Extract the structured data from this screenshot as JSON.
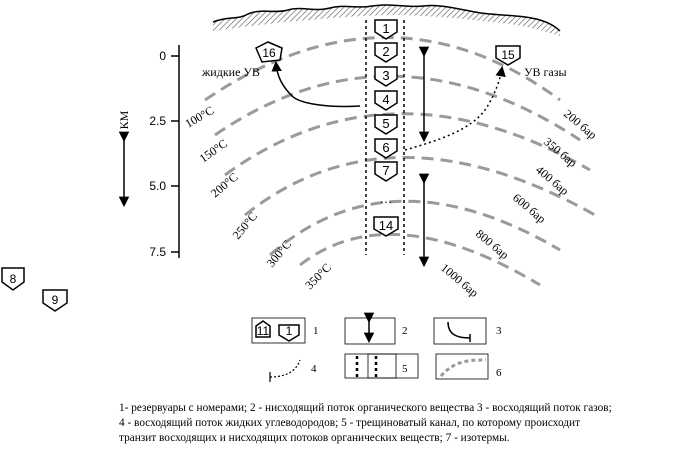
{
  "axis": {
    "unit": "КМ",
    "ticks": [
      "0",
      "2.5",
      "5.0",
      "7.5"
    ]
  },
  "labels": {
    "liquid": "жидкие УВ",
    "gas": "УВ газы"
  },
  "isotherms": [
    "100°C",
    "150°C",
    "200°C",
    "250°C",
    "300°C",
    "350°C"
  ],
  "isobars": [
    "200 бар",
    "350 бар",
    "400 бар",
    "600 бар",
    "800 бар",
    "1000 бар"
  ],
  "reservoirs": {
    "channel": [
      "1",
      "2",
      "3",
      "4",
      "5",
      "6",
      "7"
    ],
    "ellipsis": "…",
    "bottom": "14",
    "liquid": "16",
    "gas": "15",
    "left_a": "8",
    "left_b": "9"
  },
  "legend": {
    "sample_a": "11",
    "sample_b": "1",
    "n1": "1",
    "n2": "2",
    "n3": "3",
    "n4": "4",
    "n5": "5",
    "n6": "6"
  },
  "caption": {
    "line1": "1- резервуары с номерами; 2 - нисходящий поток органического вещества 3 - восходящий поток газов;",
    "line2": "4 - восходящий поток жидких углеводородов;  5 -   трещиноватый канал,  по  которому происходит",
    "line3": " транзит восходящих и нисходящих потоков органических веществ; 7  - изотермы."
  }
}
